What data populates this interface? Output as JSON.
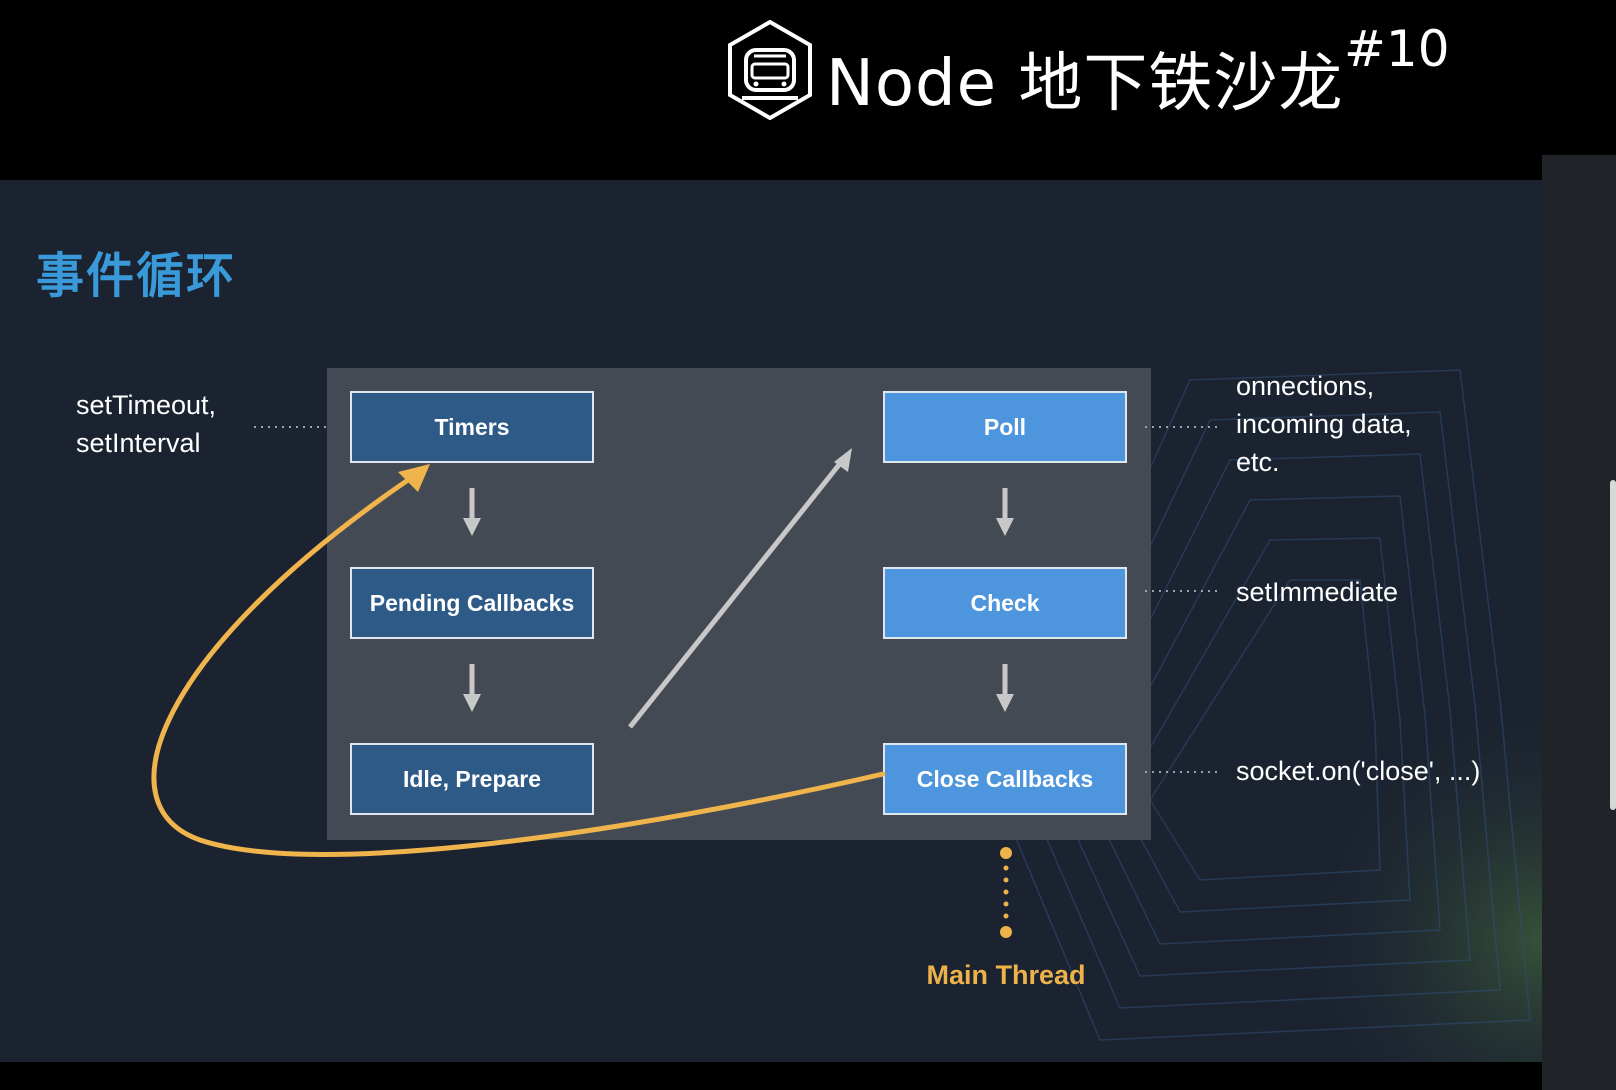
{
  "header": {
    "brand": "Node 地下铁沙龙",
    "episode": "#10",
    "logo_icon": "subway-train-hexagon-icon"
  },
  "slide": {
    "title": "事件循环",
    "phases": {
      "timers": "Timers",
      "pending": "Pending Callbacks",
      "idle": "Idle, Prepare",
      "poll": "Poll",
      "check": "Check",
      "close": "Close Callbacks"
    },
    "notes": {
      "timers": [
        "setTimeout,",
        "setInterval"
      ],
      "poll": [
        "onnections,",
        "incoming data,",
        "etc."
      ],
      "check": [
        "setImmediate"
      ],
      "close": [
        "socket.on('close', ...)"
      ]
    },
    "main_thread": "Main Thread",
    "colors": {
      "title": "#3a9ad9",
      "phase_dark": "#2e5a88",
      "phase_light": "#4d95dc",
      "loop_arrow": "#f0b44c",
      "flow_arrow": "#c8c8c8"
    }
  }
}
